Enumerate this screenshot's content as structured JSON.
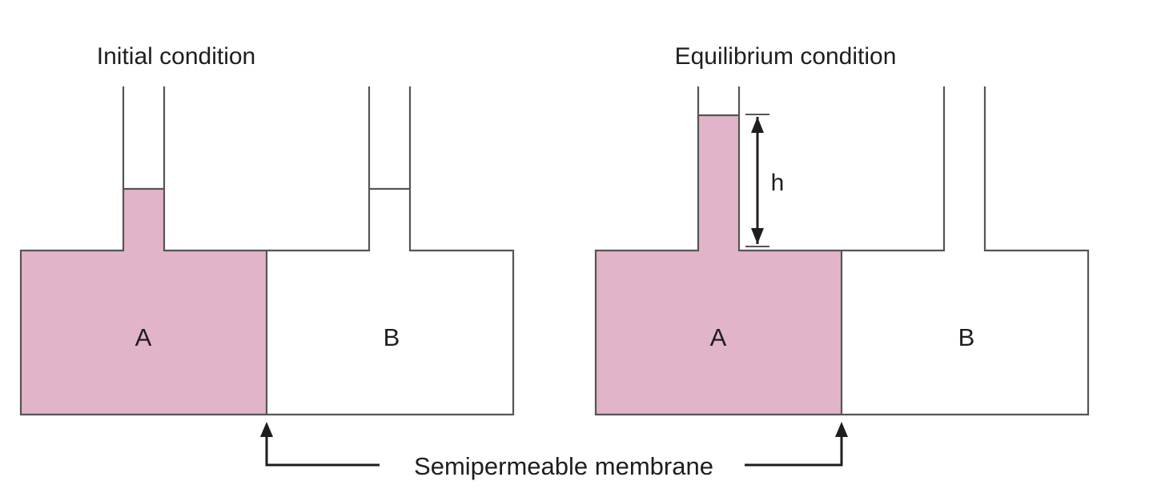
{
  "colors": {
    "solution_fill": "#e2b4c9",
    "outline": "#555555",
    "text": "#1e1e1e"
  },
  "left": {
    "title": "Initial condition",
    "chamber_a": "A",
    "chamber_b": "B"
  },
  "right": {
    "title": "Equilibrium condition",
    "chamber_a": "A",
    "chamber_b": "B",
    "height_label": "h"
  },
  "membrane_label": "Semipermeable membrane"
}
